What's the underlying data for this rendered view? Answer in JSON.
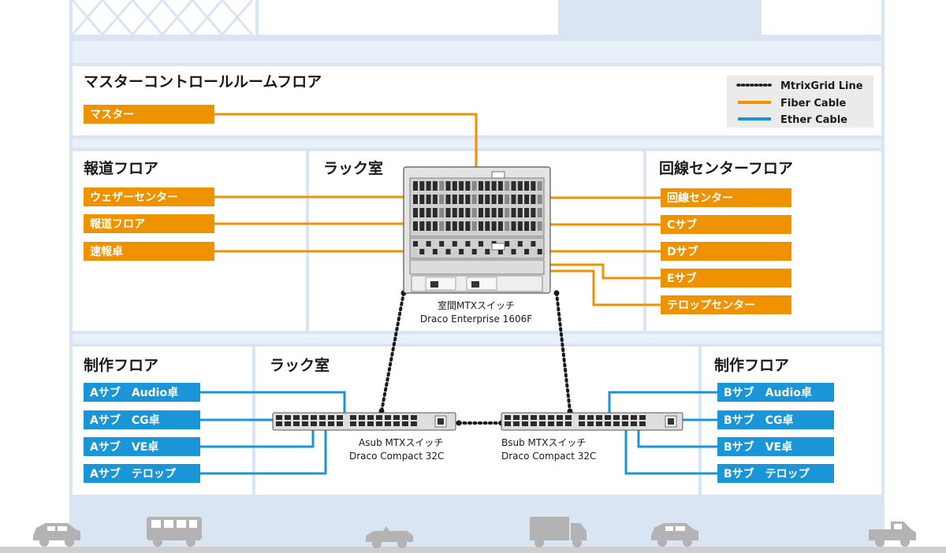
{
  "colors": {
    "fiber": "#ee9200",
    "ether": "#1a95d8",
    "frame": "#d9e5f3",
    "floor": "#ffffff",
    "ground": "#cfcfcf",
    "vehicle": "#b3b3b3"
  },
  "legend": {
    "mtrixgrid": "MtrixGrid Line",
    "fiber": "Fiber Cable",
    "ether": "Ether Cable"
  },
  "floors": {
    "master_control": "マスターコントロールルームフロア",
    "news": "報道フロア",
    "rack_upper": "ラック室",
    "line_center": "回線センターフロア",
    "production_left": "制作フロア",
    "rack_lower": "ラック室",
    "production_right": "制作フロア"
  },
  "tags": {
    "master": [
      "マスター"
    ],
    "news": [
      "ウェザーセンター",
      "報道フロア",
      "速報卓"
    ],
    "line_center": [
      "回線センター",
      "Cサブ",
      "Dサブ",
      "Eサブ",
      "テロップセンター"
    ],
    "a_sub": [
      "Aサブ　Audio卓",
      "Aサブ　CG卓",
      "Aサブ　VE卓",
      "Aサブ　テロップ"
    ],
    "b_sub": [
      "Bサブ　Audio卓",
      "Bサブ　CG卓",
      "Bサブ　VE卓",
      "Bサブ　テロップ"
    ]
  },
  "devices": {
    "enterprise": {
      "line1": "室間MTXスイッチ",
      "line2": "Draco Enterprise 1606F"
    },
    "asub": {
      "line1": "Asub MTXスイッチ",
      "line2": "Draco Compact 32C"
    },
    "bsub": {
      "line1": "Bsub MTXスイッチ",
      "line2": "Draco Compact 32C"
    }
  },
  "vehicles": [
    "sedan-icon",
    "bus-icon",
    "convertible-icon",
    "truck-icon",
    "sedan-icon",
    "pickup-icon"
  ]
}
